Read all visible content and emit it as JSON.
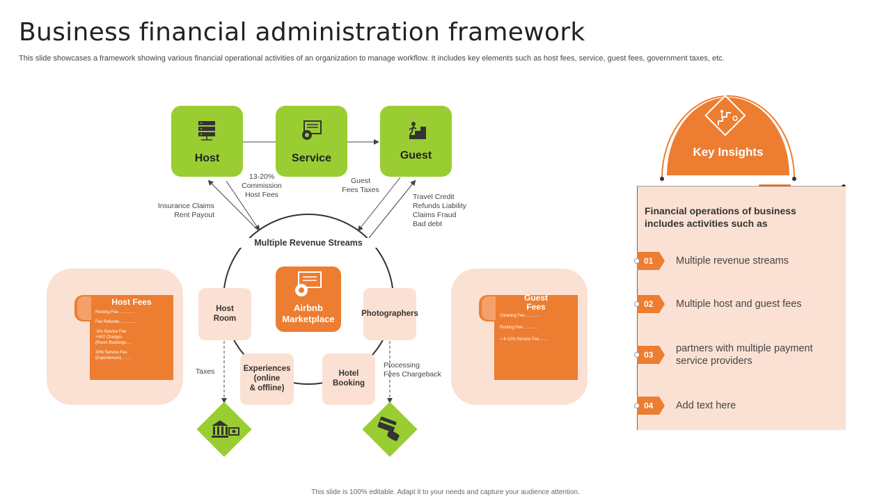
{
  "header": {
    "title": "Business financial administration framework",
    "subtitle": "This slide showcases a framework showing various financial operational activities of an organization to manage workflow. It includes key elements such as host fees, service, guest fees, government taxes, etc."
  },
  "top_nodes": [
    {
      "label": "Host",
      "icon": "server-icon"
    },
    {
      "label": "Service",
      "icon": "monitor-gear-icon"
    },
    {
      "label": "Guest",
      "icon": "person-climbing-stairs-icon"
    }
  ],
  "flow_labels": {
    "commission": [
      "13-20%",
      "Commission",
      "Host Fees"
    ],
    "guest_fees": [
      "Guest",
      "Fees Taxes"
    ],
    "insurance": [
      "Insurance Claims",
      "Rent Payout"
    ],
    "travel": [
      "Travel Credit",
      "Refunds Liability",
      "Claims Fraud",
      "Bad debt"
    ],
    "taxes": "Taxes",
    "processing": [
      "Processing",
      "Fees Chargeback"
    ]
  },
  "center": {
    "circle_label": "Multiple Revenue Streams",
    "marketplace": [
      "Airbnb",
      "Marketplace"
    ],
    "items": {
      "host_room": [
        "Host",
        "Room"
      ],
      "photographers": "Photographers",
      "experiences": [
        "Experiences",
        "(online",
        "& offline)"
      ],
      "hotel_booking": [
        "Hotel",
        "Booking"
      ]
    }
  },
  "host_fees": {
    "title": "Host Fees",
    "lines": [
      "Renting Fee…………",
      "Fee Refunds…………",
      "-3% Service Fee",
      "+VAT Charges",
      "(Room Bookings….",
      "20% Service Fee",
      "(Experiences)……."
    ]
  },
  "guest_fees": {
    "title": [
      "Guest",
      "Fees"
    ],
    "lines": [
      "Cleaning Fee…………",
      "Renting Fee…………",
      "+-6-12% Service Fee……."
    ]
  },
  "diamond_icons": [
    "bank-money-icon",
    "credit-card-hand-icon"
  ],
  "key_insights": {
    "title": "Key Insights",
    "icon": "growth-stairs-icon",
    "heading": "Financial operations of business includes activities such as",
    "items": [
      {
        "num": "01",
        "text": "Multiple  revenue streams"
      },
      {
        "num": "02",
        "text": "Multiple  host and guest fees"
      },
      {
        "num": "03",
        "text": "partners with multiple payment service providers"
      },
      {
        "num": "04",
        "text": "Add text here"
      }
    ]
  },
  "colors": {
    "green": "#9acd32",
    "orange": "#ed7d31",
    "peach": "#fbe1d3"
  },
  "footer": "This slide is 100% editable.  Adapt it to your needs and capture your audience attention."
}
